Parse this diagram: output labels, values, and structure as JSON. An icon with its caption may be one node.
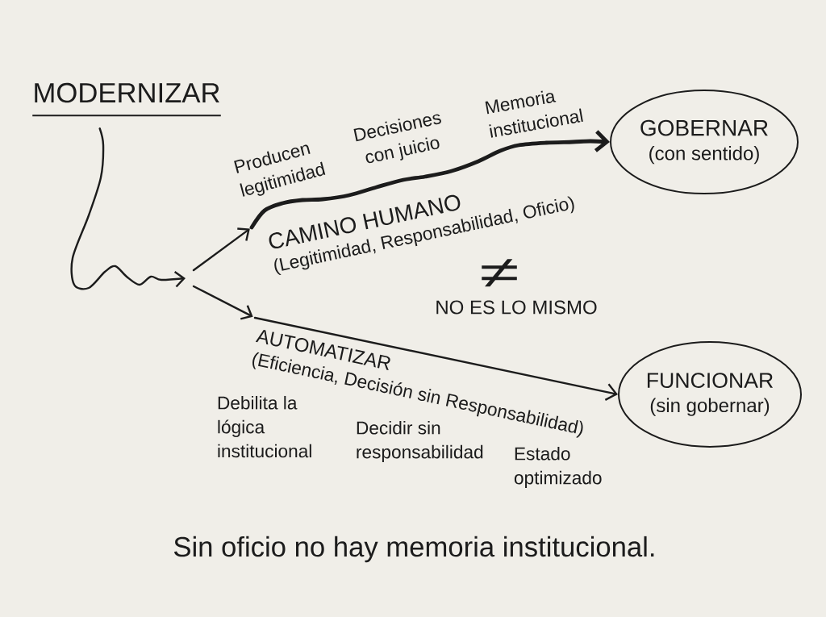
{
  "diagram": {
    "caption": "Sin oficio no hay memoria institucional.",
    "nodes": [
      {
        "text": [
          "MODERNIZAR"
        ]
      },
      {
        "text": [
          "GOBERNAR",
          "(con sentido)"
        ]
      },
      {
        "text": [
          "CAMINO HUMANO",
          "(Legitimidad, Responsabilidad, Oficio)"
        ]
      },
      {
        "text": [
          "AUTOMATIZAR",
          "(Eficiencia, Decisión sin Responsabilidad)"
        ]
      },
      {
        "text": [
          "FUNCIONAR",
          "(sin gobernar)"
        ]
      }
    ],
    "edges": [
      {
        "from": 0,
        "to": null,
        "arrow": "to"
      },
      {
        "from": null,
        "to": 2,
        "arrow": "to"
      },
      {
        "from": null,
        "to": 3,
        "arrow": "to"
      },
      {
        "from": 2,
        "to": 1,
        "arrow": "to",
        "style": "thick"
      },
      {
        "from": 3,
        "to": 4,
        "arrow": "to"
      }
    ],
    "labels": [
      "Producen legitimidad",
      "Decisiones con juicio",
      "Memoria institucional",
      "≠",
      "NO ES LO MISMO",
      "Debilita la lógica institucional",
      "Decidir sin responsabilidad",
      "Estado optimizado"
    ]
  }
}
